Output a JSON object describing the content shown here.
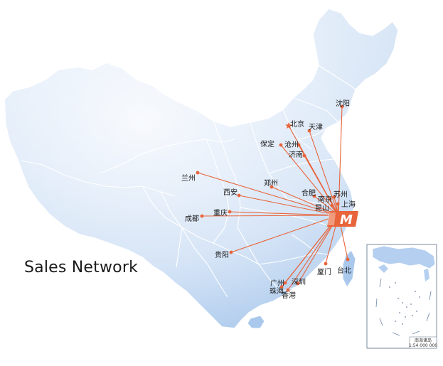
{
  "title": "Sales Network",
  "colors": {
    "route": "#e8643a",
    "marker": "#e8643a",
    "land_light": "#eef4fc",
    "land_dark": "#9ec2ea",
    "border": "#ffffff",
    "hub_logo": "#e8643a"
  },
  "hub": {
    "name": "Wenzhou hub logo",
    "logo_text": "M"
  },
  "capital": {
    "name": "北京",
    "marker": "star-icon"
  },
  "cities": [
    {
      "name": "沈阳"
    },
    {
      "name": "北京"
    },
    {
      "name": "天津"
    },
    {
      "name": "保定"
    },
    {
      "name": "沧州"
    },
    {
      "name": "济南"
    },
    {
      "name": "兰州"
    },
    {
      "name": "郑州"
    },
    {
      "name": "西安"
    },
    {
      "name": "合肥"
    },
    {
      "name": "苏州"
    },
    {
      "name": "南京"
    },
    {
      "name": "上海"
    },
    {
      "name": "昆山"
    },
    {
      "name": "重庆"
    },
    {
      "name": "成都"
    },
    {
      "name": "贵阳"
    },
    {
      "name": "厦门"
    },
    {
      "name": "台北"
    },
    {
      "name": "广州"
    },
    {
      "name": "深圳"
    },
    {
      "name": "珠海"
    },
    {
      "name": "香港"
    }
  ],
  "inset": {
    "caption_title": "南海诸岛",
    "caption_scale": "1:54 000 000"
  }
}
